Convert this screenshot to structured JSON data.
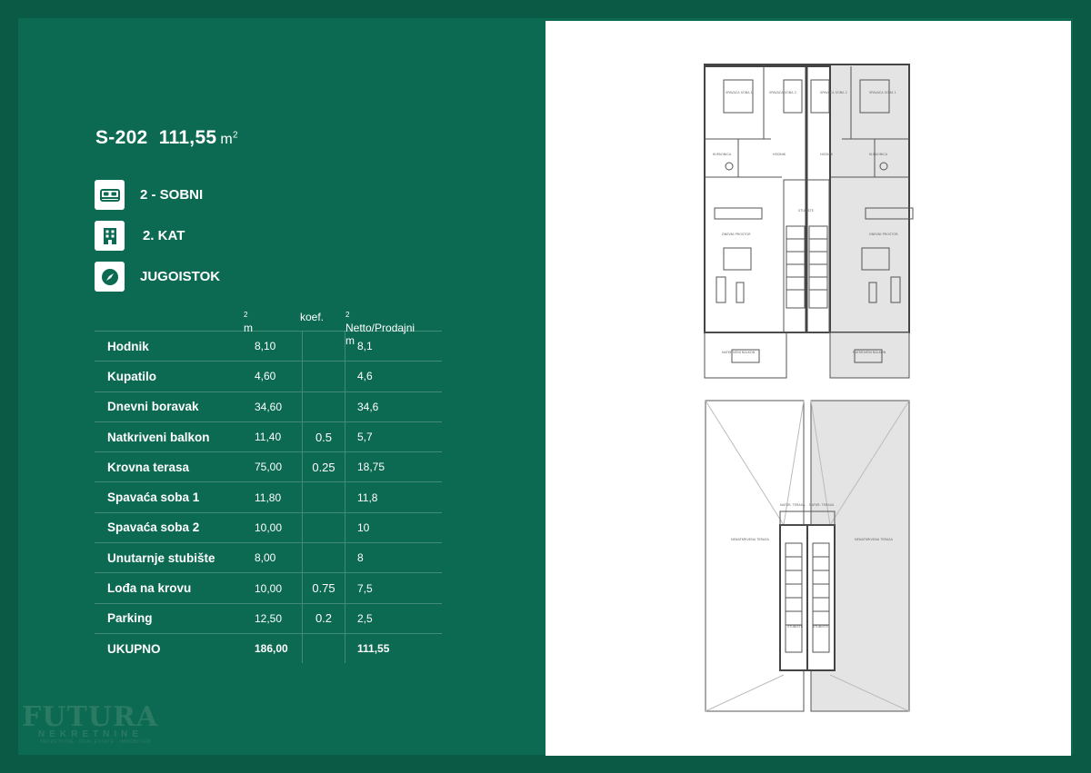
{
  "unit": {
    "code": "S-202",
    "area": "111,55",
    "area_unit": "m",
    "area_unit_sup": "2"
  },
  "features": [
    {
      "icon": "bed-icon",
      "label": "2 - SOBNI"
    },
    {
      "icon": "building-icon",
      "label": "2. KAT"
    },
    {
      "icon": "compass-icon",
      "label": "JUGOISTOK"
    }
  ],
  "table": {
    "headers": {
      "m2": "m",
      "m2_sup": "2",
      "koef": "koef.",
      "netto": "Netto/Prodajni m",
      "netto_sup": "2"
    },
    "rows": [
      {
        "name": "Hodnik",
        "m2": "8,10",
        "koef": "",
        "netto": "8,1"
      },
      {
        "name": "Kupatilo",
        "m2": "4,60",
        "koef": "",
        "netto": "4,6"
      },
      {
        "name": "Dnevni boravak",
        "m2": "34,60",
        "koef": "",
        "netto": "34,6"
      },
      {
        "name": "Natkriveni balkon",
        "m2": "11,40",
        "koef": "0.5",
        "netto": "5,7"
      },
      {
        "name": "Krovna terasa",
        "m2": "75,00",
        "koef": "0.25",
        "netto": "18,75"
      },
      {
        "name": "Spavaća soba 1",
        "m2": "11,80",
        "koef": "",
        "netto": "11,8"
      },
      {
        "name": "Spavaća soba 2",
        "m2": "10,00",
        "koef": "",
        "netto": "10"
      },
      {
        "name": "Unutarnje stubište",
        "m2": "8,00",
        "koef": "",
        "netto": "8"
      },
      {
        "name": "Lođa na krovu",
        "m2": "10,00",
        "koef": "0.75",
        "netto": "7,5"
      },
      {
        "name": "Parking",
        "m2": "12,50",
        "koef": "0.2",
        "netto": "2,5"
      }
    ],
    "total": {
      "name": "UKUPNO",
      "m2": "186,00",
      "koef": "",
      "netto": "111,55"
    }
  },
  "logo": {
    "brand": "FUTURA",
    "sub": "NEKRETNINE",
    "tag": "NEKRETNINE · REAL ESTATE · IMMOBILIEN"
  },
  "plan_labels": {
    "bed1": "SPAVAĆA SOBA 1",
    "bed2": "SPAVAĆA SOBA 2",
    "bath": "KUPAONICA",
    "hall": "HODNIK",
    "living": "DNEVNI PROSTOR",
    "stairs": "STUBIŠTE",
    "balcony": "NATKRIVENI BALKON",
    "roof_terrace": "NENATKRIVENA TERASA",
    "covered_terrace": "NATKR. TERASA"
  },
  "colors": {
    "bg": "#0d6a52",
    "border": "#0b5a45",
    "highlight": "#e4e4e4"
  }
}
